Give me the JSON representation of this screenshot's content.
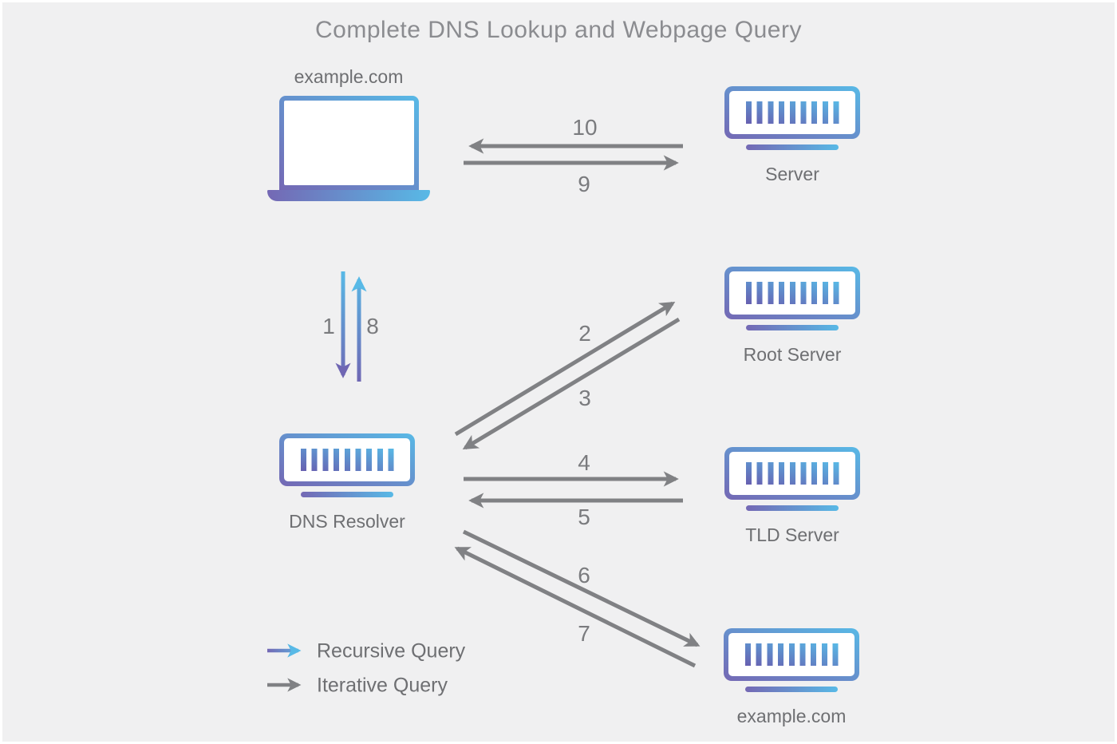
{
  "title": "Complete DNS Lookup and Webpage Query",
  "nodes": {
    "client": {
      "label": "example.com",
      "icon": "laptop-icon"
    },
    "web_server": {
      "label": "Server",
      "icon": "server-icon"
    },
    "dns_resolver": {
      "label": "DNS Resolver",
      "icon": "server-icon"
    },
    "root_server": {
      "label": "Root Server",
      "icon": "server-icon"
    },
    "tld_server": {
      "label": "TLD Server",
      "icon": "server-icon"
    },
    "auth_server": {
      "label": "example.com",
      "icon": "server-icon"
    }
  },
  "steps": [
    {
      "num": "1",
      "from": "client",
      "to": "dns_resolver",
      "type": "recursive"
    },
    {
      "num": "2",
      "from": "dns_resolver",
      "to": "root_server",
      "type": "iterative"
    },
    {
      "num": "3",
      "from": "root_server",
      "to": "dns_resolver",
      "type": "iterative"
    },
    {
      "num": "4",
      "from": "dns_resolver",
      "to": "tld_server",
      "type": "iterative"
    },
    {
      "num": "5",
      "from": "tld_server",
      "to": "dns_resolver",
      "type": "iterative"
    },
    {
      "num": "6",
      "from": "dns_resolver",
      "to": "auth_server",
      "type": "iterative"
    },
    {
      "num": "7",
      "from": "auth_server",
      "to": "dns_resolver",
      "type": "iterative"
    },
    {
      "num": "8",
      "from": "dns_resolver",
      "to": "client",
      "type": "recursive"
    },
    {
      "num": "9",
      "from": "client",
      "to": "web_server",
      "type": "iterative"
    },
    {
      "num": "10",
      "from": "web_server",
      "to": "client",
      "type": "iterative"
    }
  ],
  "legend": {
    "items": [
      {
        "label": "Recursive Query",
        "style": "blue-gradient-arrow"
      },
      {
        "label": "Iterative Query",
        "style": "gray-arrow"
      }
    ]
  },
  "colors": {
    "background": "#f0f0f1",
    "frame": "#ffffff",
    "purple": "#7468b4",
    "blue": "#58b9e6",
    "arrow_gray": "#808184",
    "title_text": "#8b8c90",
    "label_text": "#6e6f72",
    "number_text": "#7a7b7e"
  }
}
